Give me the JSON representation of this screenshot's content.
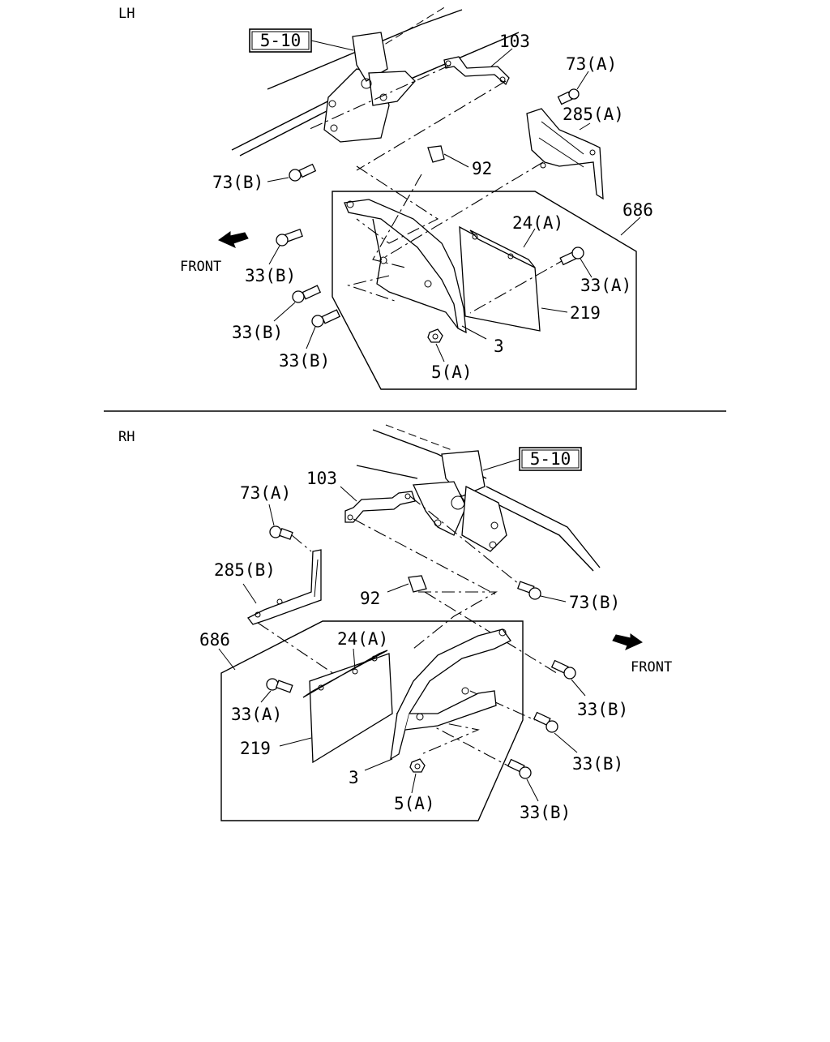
{
  "sections": {
    "lh": {
      "side_label": "LH",
      "ref_box": "5-10",
      "front_label": "FRONT",
      "callouts": {
        "c103": "103",
        "c73a": "73(A)",
        "c285a": "285(A)",
        "c73b": "73(B)",
        "c92": "92",
        "c686": "686",
        "c24a": "24(A)",
        "c33b_1": "33(B)",
        "c33a": "33(A)",
        "c219": "219",
        "c33b_2": "33(B)",
        "c3": "3",
        "c33b_3": "33(B)",
        "c5a": "5(A)"
      }
    },
    "rh": {
      "side_label": "RH",
      "ref_box": "5-10",
      "front_label": "FRONT",
      "callouts": {
        "c103": "103",
        "c73a": "73(A)",
        "c285b": "285(B)",
        "c73b": "73(B)",
        "c92": "92",
        "c686": "686",
        "c24a": "24(A)",
        "c33b_1": "33(B)",
        "c33a": "33(A)",
        "c219": "219",
        "c33b_2": "33(B)",
        "c3": "3",
        "c5a": "5(A)",
        "c33b_3": "33(B)"
      }
    }
  }
}
